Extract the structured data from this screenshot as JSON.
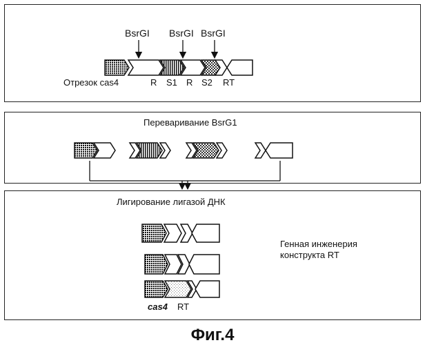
{
  "panel1": {
    "sites": [
      "BsrGI",
      "BsrGI",
      "BsrGI"
    ],
    "segment_label": "Отрезок cas4",
    "element_labels": [
      "R",
      "S1",
      "R",
      "S2",
      "RT"
    ]
  },
  "panel2": {
    "title": "Переваривание BsrG1"
  },
  "panel3": {
    "title": "Лигирование лигазой ДНК",
    "note_line1": "Генная инженерия",
    "note_line2": "конструкта RT",
    "bottom_labels": [
      "cas4",
      "RT"
    ]
  },
  "caption": "Фиг.4"
}
